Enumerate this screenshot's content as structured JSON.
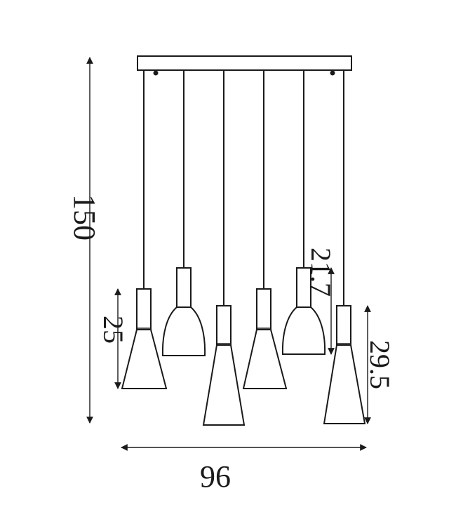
{
  "dimensions": {
    "height": "150",
    "width": "96",
    "shade_cone": "25",
    "shade_bell": "21.7",
    "shade_long": "29.5"
  },
  "colors": {
    "line": "#1a1a1a",
    "background": "#ffffff"
  }
}
